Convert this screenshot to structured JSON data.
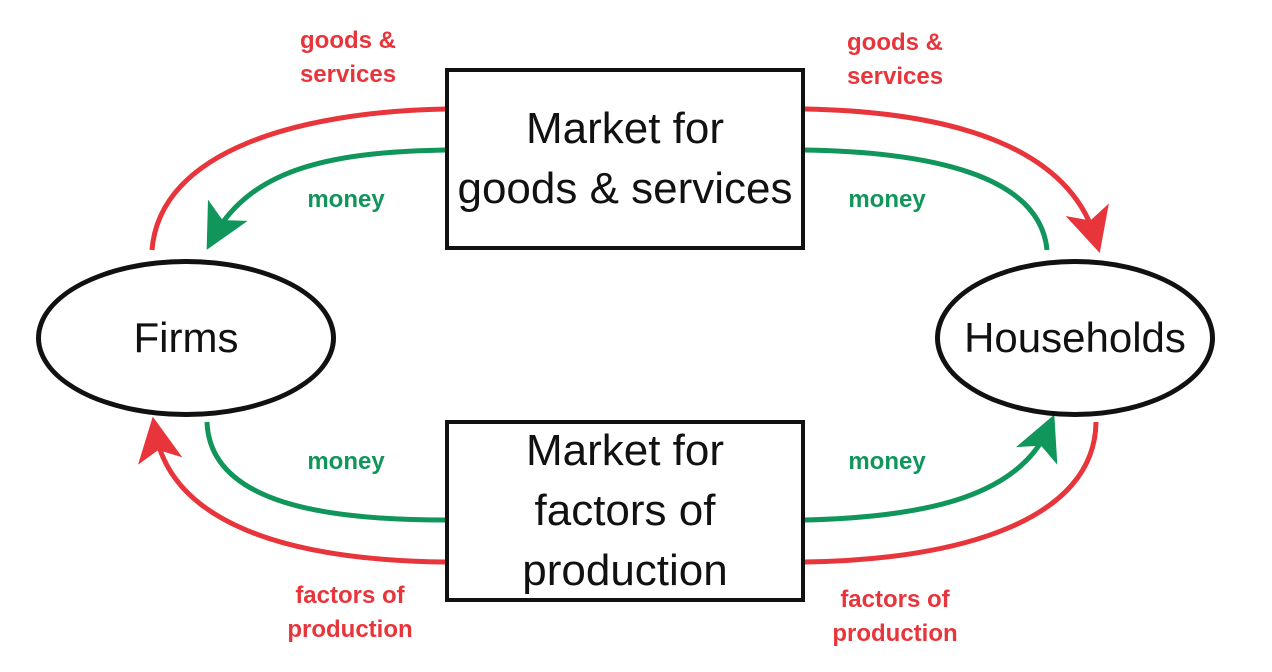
{
  "nodes": {
    "goods_market": {
      "line1": "Market for",
      "line2": "goods & services"
    },
    "factors_market": {
      "line1": "Market for",
      "line2": "factors of",
      "line3": "production"
    },
    "firms": "Firms",
    "households": "Households"
  },
  "flows": {
    "goods_left": {
      "line1": "goods &",
      "line2": "services"
    },
    "goods_right": {
      "line1": "goods &",
      "line2": "services"
    },
    "money_top_left": "money",
    "money_top_right": "money",
    "money_bottom_left": "money",
    "money_bottom_right": "money",
    "factors_left": {
      "line1": "factors of",
      "line2": "production"
    },
    "factors_right": {
      "line1": "factors of",
      "line2": "production"
    }
  },
  "colors": {
    "goods_and_factors_flow": "#e8353b",
    "money_flow": "#10955a",
    "outline": "#111111"
  }
}
